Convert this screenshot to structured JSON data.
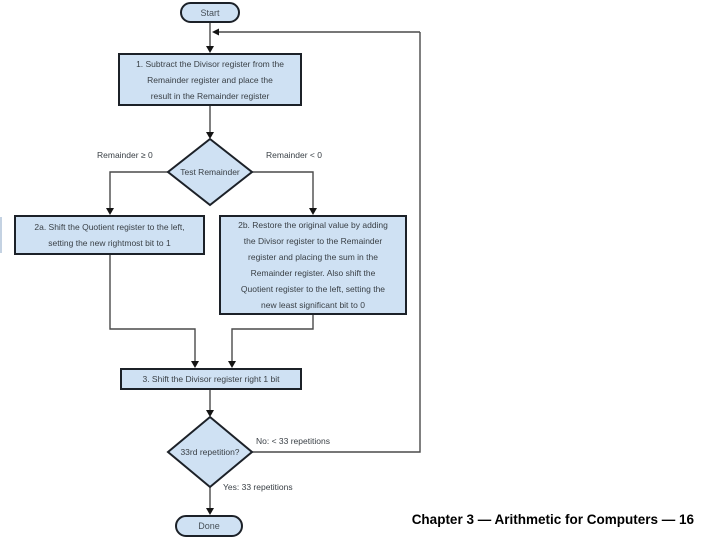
{
  "slide": {
    "footer": "Chapter 3 — Arithmetic for Computers — 16"
  },
  "flowchart": {
    "start": "Start",
    "box1": "1.  Subtract the Divisor register from the\nRemainder register and place the\nresult in the Remainder register",
    "decision1": "Test Remainder",
    "branch_left": "Remainder ≥ 0",
    "branch_right": "Remainder < 0",
    "box2a": "2a.  Shift the Quotient register to the left,\nsetting the new rightmost bit to 1",
    "box2b": "2b.  Restore the original value by adding\nthe Divisor register to the Remainder\nregister and placing the sum in the\nRemainder register. Also shift the\nQuotient register to the left, setting the\nnew least significant bit to 0",
    "box3": "3.  Shift the Divisor register right 1 bit",
    "decision2": "33rd repetition?",
    "branch_no": "No: < 33 repetitions",
    "branch_yes": "Yes: 33 repetitions",
    "done": "Done",
    "colors": {
      "shape_fill": "#cfe1f3",
      "shape_border": "#1c2128",
      "line": "#4a4a4a",
      "arrow": "#141414",
      "text": "#3a4046"
    }
  }
}
